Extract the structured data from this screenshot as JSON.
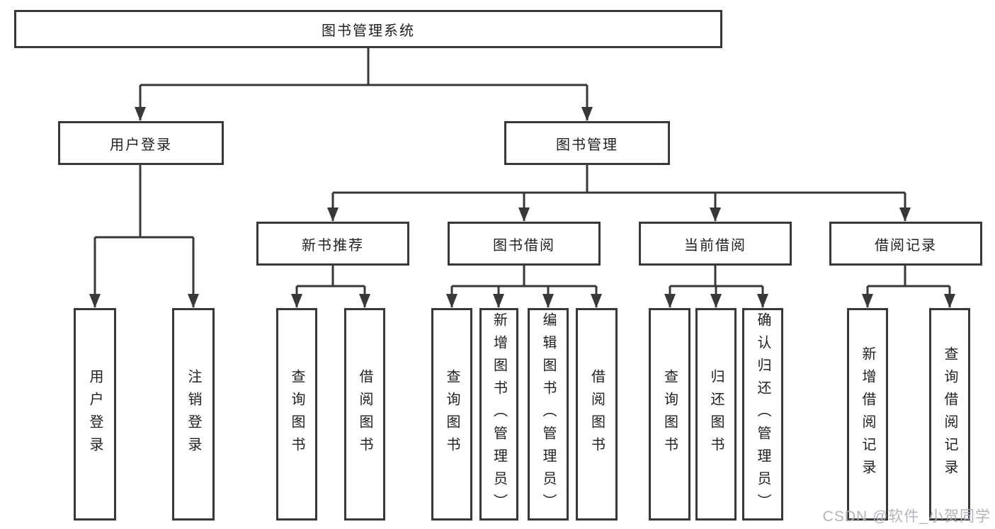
{
  "diagram_title": "图书管理系统",
  "tree": {
    "root": {
      "label": "图书管理系统"
    },
    "branches": [
      {
        "label": "用户登录",
        "children": [
          {
            "label": "用户登录"
          },
          {
            "label": "注销登录"
          }
        ]
      },
      {
        "label": "图书管理",
        "children": [
          {
            "label": "新书推荐",
            "children": [
              {
                "label": "查询图书"
              },
              {
                "label": "借阅图书"
              }
            ]
          },
          {
            "label": "图书借阅",
            "children": [
              {
                "label": "查询图书"
              },
              {
                "label": "新增图书（管理员）"
              },
              {
                "label": "编辑图书（管理员）"
              },
              {
                "label": "借阅图书"
              }
            ]
          },
          {
            "label": "当前借阅",
            "children": [
              {
                "label": "查询图书"
              },
              {
                "label": "归还图书"
              },
              {
                "label": "确认归还（管理员）"
              }
            ]
          },
          {
            "label": "借阅记录",
            "children": [
              {
                "label": "新增借阅记录"
              },
              {
                "label": "查询借阅记录"
              }
            ]
          }
        ]
      }
    ]
  },
  "watermark": "CSDN @软件_小贺同学",
  "colors": {
    "line": "#383838",
    "box_border": "#383838",
    "box_fill": "#ffffff",
    "text": "#212121",
    "watermark": "#acb1b7",
    "background": "#ffffff"
  }
}
